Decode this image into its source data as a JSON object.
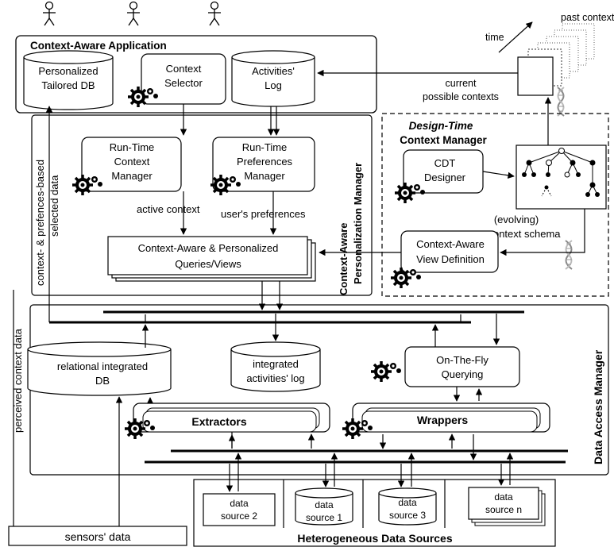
{
  "sections": {
    "app": "Context-Aware Application",
    "personalization_line1": "Context-Aware",
    "personalization_line2": "Personalization Manager",
    "design_time_italic": "Design-Time",
    "design_time_line2": "Context Manager",
    "data_access": "Data Access Manager",
    "heterogeneous": "Heterogeneous Data Sources"
  },
  "components": {
    "tailored_db": [
      "Personalized",
      "Tailored DB"
    ],
    "context_selector": [
      "Context",
      "Selector"
    ],
    "activities_log": [
      "Activities'",
      "Log"
    ],
    "runtime_context": [
      "Run-Time",
      "Context",
      "Manager"
    ],
    "runtime_prefs": [
      "Run-Time",
      "Preferences",
      "Manager"
    ],
    "queries_views": [
      "Context-Aware & Personalized",
      "Queries/Views"
    ],
    "cdt_designer": [
      "CDT",
      "Designer"
    ],
    "view_definition": [
      "Context-Aware",
      "View Definition"
    ],
    "relational_db": [
      "relational integrated",
      "DB"
    ],
    "integrated_log": [
      "integrated",
      "activities' log"
    ],
    "otf_querying": [
      "On-The-Fly",
      "Querying"
    ],
    "extractors": "Extractors",
    "wrappers": "Wrappers",
    "sensors": "sensors' data",
    "source2": [
      "data",
      "source 2"
    ],
    "source1": [
      "data",
      "source 1"
    ],
    "source3": [
      "data",
      "source 3"
    ],
    "sourcen": [
      "data",
      "source n"
    ]
  },
  "labels": {
    "past_contexts": "past contexts",
    "time": "time",
    "current_possible": [
      "current",
      "possible contexts"
    ],
    "context_schema": [
      "(evolving)",
      "context schema"
    ],
    "active_context": "active context",
    "users_prefs": "user's preferences",
    "selected_data": [
      "context- & prefences-based",
      "selected data"
    ],
    "perceived": "perceived context data"
  }
}
